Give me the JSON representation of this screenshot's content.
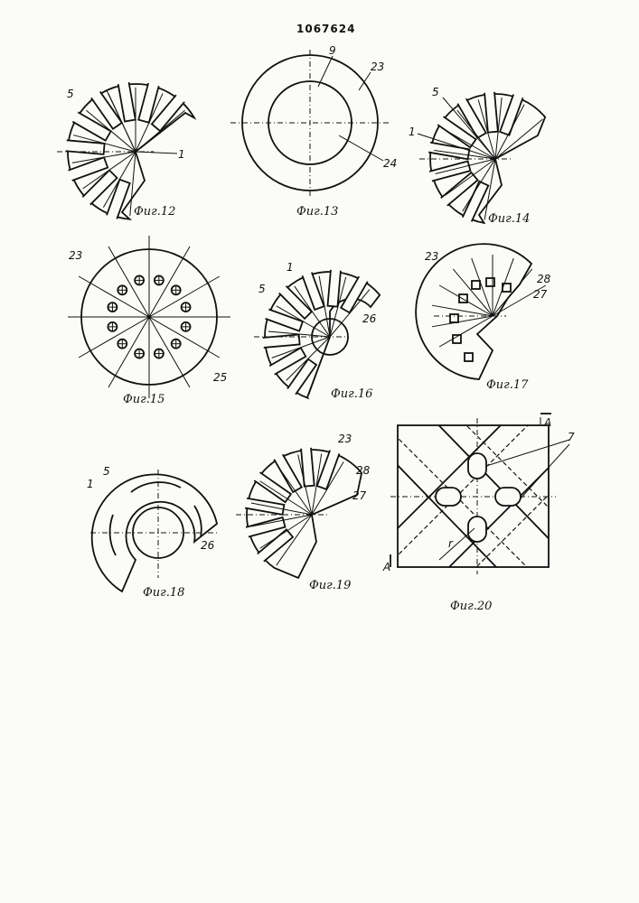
{
  "document_number": "1067624",
  "figures": [
    {
      "caption": "Фиг.12",
      "labels": [
        "5",
        "1"
      ]
    },
    {
      "caption": "Фиг.13",
      "labels": [
        "9",
        "23",
        "24"
      ]
    },
    {
      "caption": "Фиг.14",
      "labels": [
        "5",
        "1"
      ]
    },
    {
      "caption": "Фиг.15",
      "labels": [
        "23",
        "25"
      ]
    },
    {
      "caption": "Фиг.16",
      "labels": [
        "1",
        "5",
        "26"
      ]
    },
    {
      "caption": "Фиг.17",
      "labels": [
        "23",
        "28",
        "27"
      ]
    },
    {
      "caption": "Фиг.18",
      "labels": [
        "5",
        "1",
        "26"
      ]
    },
    {
      "caption": "Фиг.19",
      "labels": [
        "23",
        "28",
        "27"
      ]
    },
    {
      "caption": "Фиг.20",
      "labels": [
        "7",
        "А",
        "А",
        "r"
      ]
    }
  ]
}
